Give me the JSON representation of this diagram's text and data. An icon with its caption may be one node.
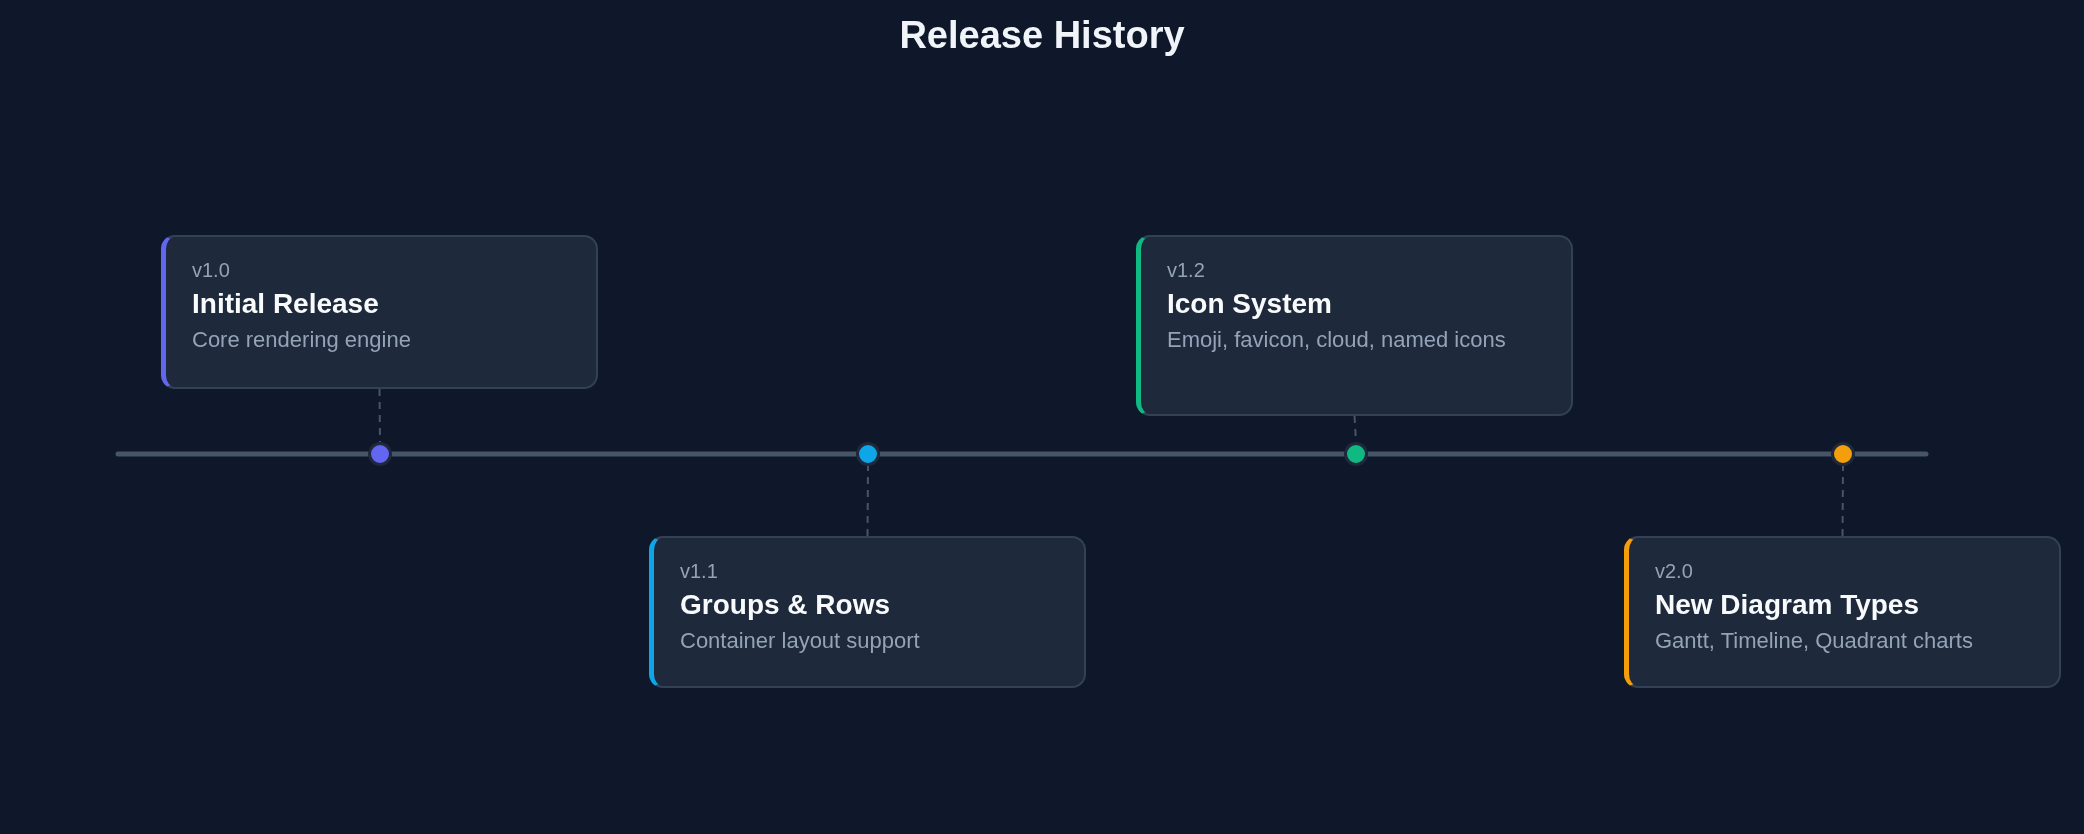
{
  "diagram": {
    "title": "Release History",
    "nodes": [
      {
        "text": [
          "v1.0",
          "Initial Release",
          "Core rendering engine"
        ]
      },
      {
        "text": [
          "v1.1",
          "Groups & Rows",
          "Container layout support"
        ]
      },
      {
        "text": [
          "v1.2",
          "Icon System",
          "Emoji, favicon, cloud, named icons"
        ]
      },
      {
        "text": [
          "v2.0",
          "New Diagram Types",
          "Gantt, Timeline, Quadrant charts"
        ]
      },
      {
        "text": [],
        "shape": "circle"
      },
      {
        "text": [],
        "shape": "circle"
      },
      {
        "text": [],
        "shape": "circle"
      },
      {
        "text": [],
        "shape": "circle"
      }
    ],
    "edges": [
      {
        "from": 0,
        "to": 4,
        "arrow": "none",
        "style": "dashed"
      },
      {
        "from": 1,
        "to": 5,
        "arrow": "none",
        "style": "dashed"
      },
      {
        "from": 2,
        "to": 6,
        "arrow": "none",
        "style": "dashed"
      },
      {
        "from": 3,
        "to": 7,
        "arrow": "none",
        "style": "dashed"
      }
    ]
  }
}
